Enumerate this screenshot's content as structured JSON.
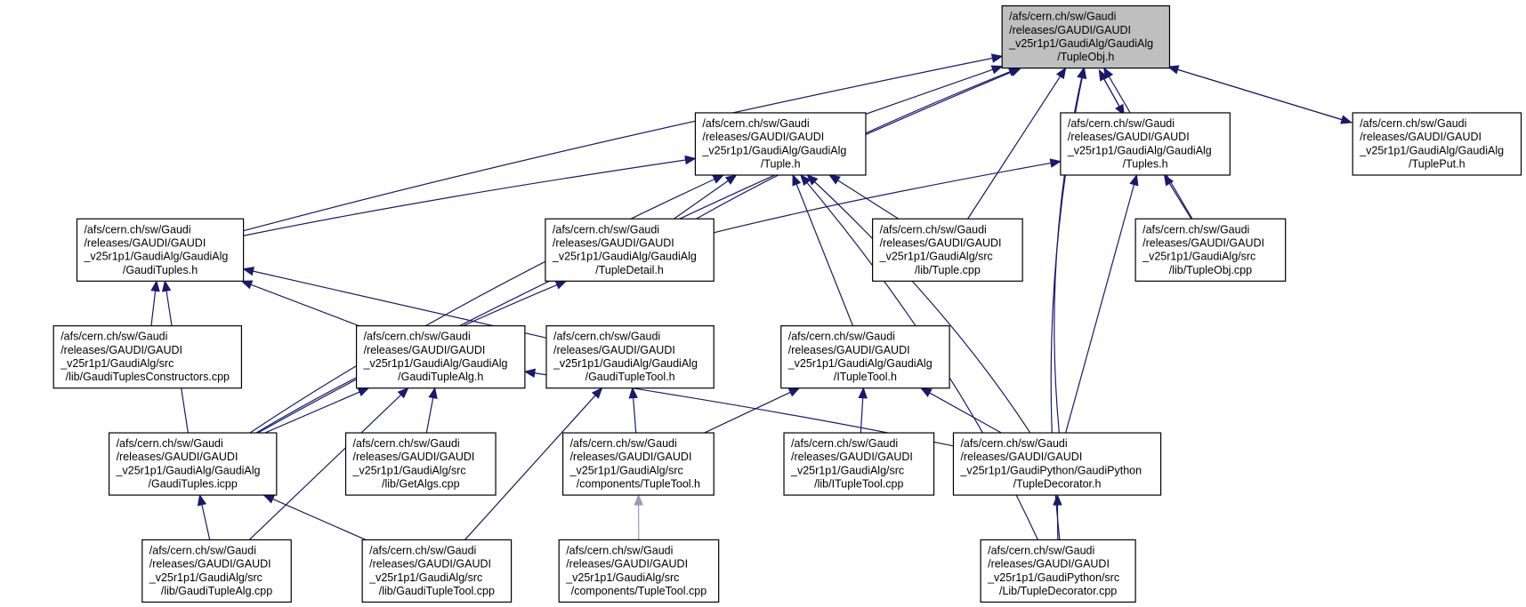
{
  "diagram": {
    "type": "include-dependency-graph",
    "colors": {
      "edge": "#191970",
      "root_fill": "#bfbfbf",
      "node_fill": "#ffffff",
      "node_border": "#000000"
    },
    "nodes": [
      {
        "id": "tupleobj_h",
        "root": true,
        "lines": [
          "/afs/cern.ch/sw/Gaudi",
          "/releases/GAUDI/GAUDI",
          "_v25r1p1/GaudiAlg/GaudiAlg",
          "/TupleObj.h"
        ]
      },
      {
        "id": "tuple_h",
        "lines": [
          "/afs/cern.ch/sw/Gaudi",
          "/releases/GAUDI/GAUDI",
          "_v25r1p1/GaudiAlg/GaudiAlg",
          "/Tuple.h"
        ]
      },
      {
        "id": "tuples_h",
        "lines": [
          "/afs/cern.ch/sw/Gaudi",
          "/releases/GAUDI/GAUDI",
          "_v25r1p1/GaudiAlg/GaudiAlg",
          "/Tuples.h"
        ]
      },
      {
        "id": "tupleput_h",
        "lines": [
          "/afs/cern.ch/sw/Gaudi",
          "/releases/GAUDI/GAUDI",
          "_v25r1p1/GaudiAlg/GaudiAlg",
          "/TuplePut.h"
        ]
      },
      {
        "id": "gaudituples_h",
        "lines": [
          "/afs/cern.ch/sw/Gaudi",
          "/releases/GAUDI/GAUDI",
          "_v25r1p1/GaudiAlg/GaudiAlg",
          "/GaudiTuples.h"
        ]
      },
      {
        "id": "tupledetail_h",
        "lines": [
          "/afs/cern.ch/sw/Gaudi",
          "/releases/GAUDI/GAUDI",
          "_v25r1p1/GaudiAlg/GaudiAlg",
          "/TupleDetail.h"
        ]
      },
      {
        "id": "tuple_cpp",
        "lines": [
          "/afs/cern.ch/sw/Gaudi",
          "/releases/GAUDI/GAUDI",
          "_v25r1p1/GaudiAlg/src",
          "/lib/Tuple.cpp"
        ]
      },
      {
        "id": "tupleobj_cpp",
        "lines": [
          "/afs/cern.ch/sw/Gaudi",
          "/releases/GAUDI/GAUDI",
          "_v25r1p1/GaudiAlg/src",
          "/lib/TupleObj.cpp"
        ]
      },
      {
        "id": "gaudituplesconstructors_cpp",
        "lines": [
          "/afs/cern.ch/sw/Gaudi",
          "/releases/GAUDI/GAUDI",
          "_v25r1p1/GaudiAlg/src",
          "/lib/GaudiTuplesConstructors.cpp"
        ]
      },
      {
        "id": "gaudituplealg_h",
        "lines": [
          "/afs/cern.ch/sw/Gaudi",
          "/releases/GAUDI/GAUDI",
          "_v25r1p1/GaudiAlg/GaudiAlg",
          "/GaudiTupleAlg.h"
        ]
      },
      {
        "id": "gauditupletool_h",
        "lines": [
          "/afs/cern.ch/sw/Gaudi",
          "/releases/GAUDI/GAUDI",
          "_v25r1p1/GaudiAlg/GaudiAlg",
          "/GaudiTupleTool.h"
        ]
      },
      {
        "id": "ituppletool_h",
        "lines": [
          "/afs/cern.ch/sw/Gaudi",
          "/releases/GAUDI/GAUDI",
          "_v25r1p1/GaudiAlg/GaudiAlg",
          "/ITupleTool.h"
        ]
      },
      {
        "id": "gaudituples_icpp",
        "lines": [
          "/afs/cern.ch/sw/Gaudi",
          "/releases/GAUDI/GAUDI",
          "_v25r1p1/GaudiAlg/GaudiAlg",
          "/GaudiTuples.icpp"
        ]
      },
      {
        "id": "getalgs_cpp",
        "lines": [
          "/afs/cern.ch/sw/Gaudi",
          "/releases/GAUDI/GAUDI",
          "_v25r1p1/GaudiAlg/src",
          "/lib/GetAlgs.cpp"
        ]
      },
      {
        "id": "components_tupletool_h",
        "lines": [
          "/afs/cern.ch/sw/Gaudi",
          "/releases/GAUDI/GAUDI",
          "_v25r1p1/GaudiAlg/src",
          "/components/TupleTool.h"
        ]
      },
      {
        "id": "ituppletool_cpp",
        "lines": [
          "/afs/cern.ch/sw/Gaudi",
          "/releases/GAUDI/GAUDI",
          "_v25r1p1/GaudiAlg/src",
          "/lib/ITupleTool.cpp"
        ]
      },
      {
        "id": "tupledecorator_h",
        "lines": [
          "/afs/cern.ch/sw/Gaudi",
          "/releases/GAUDI/GAUDI",
          "_v25r1p1/GaudiPython/GaudiPython",
          "/TupleDecorator.h"
        ]
      },
      {
        "id": "gaudituplealg_cpp",
        "lines": [
          "/afs/cern.ch/sw/Gaudi",
          "/releases/GAUDI/GAUDI",
          "_v25r1p1/GaudiAlg/src",
          "/lib/GaudiTupleAlg.cpp"
        ]
      },
      {
        "id": "gauditupletool_cpp",
        "lines": [
          "/afs/cern.ch/sw/Gaudi",
          "/releases/GAUDI/GAUDI",
          "_v25r1p1/GaudiAlg/src",
          "/lib/GaudiTupleTool.cpp"
        ]
      },
      {
        "id": "components_tupletool_cpp",
        "lines": [
          "/afs/cern.ch/sw/Gaudi",
          "/releases/GAUDI/GAUDI",
          "_v25r1p1/GaudiAlg/src",
          "/components/TupleTool.cpp"
        ]
      },
      {
        "id": "tupledecorator_cpp",
        "lines": [
          "/afs/cern.ch/sw/Gaudi",
          "/releases/GAUDI/GAUDI",
          "_v25r1p1/GaudiPython/src",
          "/Lib/TupleDecorator.cpp"
        ]
      }
    ],
    "edges": [
      {
        "from": "tuple_h",
        "to": "tupleobj_h"
      },
      {
        "from": "tuples_h",
        "to": "tupleobj_h"
      },
      {
        "from": "tupleobj_h",
        "to": "tuples_h"
      },
      {
        "from": "tupleput_h",
        "to": "tupleobj_h"
      },
      {
        "from": "tupleobj_h",
        "to": "tupleput_h"
      },
      {
        "from": "gaudituples_h",
        "to": "tupleobj_h"
      },
      {
        "from": "tupledetail_h",
        "to": "tupleobj_h"
      },
      {
        "from": "tuple_cpp",
        "to": "tupleobj_h"
      },
      {
        "from": "tupleobj_cpp",
        "to": "tupleobj_h"
      },
      {
        "from": "tupledecorator_h",
        "to": "tupleobj_h"
      },
      {
        "from": "tupledecorator_cpp",
        "to": "tupleobj_h"
      },
      {
        "from": "gaudituples_icpp",
        "to": "tupleobj_h"
      },
      {
        "from": "gaudituples_h",
        "to": "tuple_h"
      },
      {
        "from": "tupledetail_h",
        "to": "tuple_h"
      },
      {
        "from": "tuple_cpp",
        "to": "tuple_h"
      },
      {
        "from": "ituppletool_h",
        "to": "tuple_h"
      },
      {
        "from": "tupledecorator_h",
        "to": "tuple_h"
      },
      {
        "from": "tupledecorator_cpp",
        "to": "tuple_h"
      },
      {
        "from": "gaudituples_icpp",
        "to": "tuple_h"
      },
      {
        "from": "tupledetail_h",
        "to": "tuples_h"
      },
      {
        "from": "tupleobj_cpp",
        "to": "tuples_h"
      },
      {
        "from": "tupledecorator_h",
        "to": "tuples_h"
      },
      {
        "from": "gaudituplesconstructors_cpp",
        "to": "gaudituples_h"
      },
      {
        "from": "gaudituplealg_h",
        "to": "gaudituples_h"
      },
      {
        "from": "gauditupletool_h",
        "to": "gaudituples_h"
      },
      {
        "from": "gaudituples_icpp",
        "to": "gaudituples_h"
      },
      {
        "from": "gaudituples_icpp",
        "to": "tupledetail_h"
      },
      {
        "from": "gaudituples_icpp",
        "to": "gaudituplealg_h"
      },
      {
        "from": "getalgs_cpp",
        "to": "gaudituplealg_h"
      },
      {
        "from": "gaudituplealg_cpp",
        "to": "gaudituplealg_h"
      },
      {
        "from": "tupledecorator_h",
        "to": "gaudituplealg_h"
      },
      {
        "from": "components_tupletool_h",
        "to": "gauditupletool_h"
      },
      {
        "from": "gauditupletool_cpp",
        "to": "gauditupletool_h"
      },
      {
        "from": "components_tupletool_h",
        "to": "ituppletool_h"
      },
      {
        "from": "ituppletool_cpp",
        "to": "ituppletool_h"
      },
      {
        "from": "tupledecorator_h",
        "to": "ituppletool_h"
      },
      {
        "from": "gaudituplealg_cpp",
        "to": "gaudituples_icpp"
      },
      {
        "from": "gauditupletool_cpp",
        "to": "gaudituples_icpp"
      },
      {
        "from": "components_tupletool_cpp",
        "to": "components_tupletool_h"
      },
      {
        "from": "tupledecorator_cpp",
        "to": "tupledecorator_h"
      }
    ]
  }
}
